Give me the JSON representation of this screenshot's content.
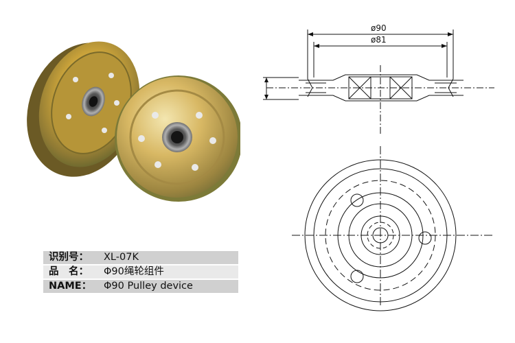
{
  "drawing": {
    "dim_outer": "ø90",
    "dim_inner": "ø81"
  },
  "info": {
    "rows": [
      {
        "label": "识别号：",
        "value": "XL-07K"
      },
      {
        "label": "品　名：",
        "value": "Φ90绳轮组件"
      },
      {
        "label": "NAME：",
        "value": "Φ90 Pulley device"
      }
    ]
  },
  "colors": {
    "row_dark": "#d0d0d0",
    "row_light": "#e9e9e9",
    "metal_gold": "#c7a23c",
    "metal_green": "#7d8a3e",
    "line": "#111111"
  }
}
